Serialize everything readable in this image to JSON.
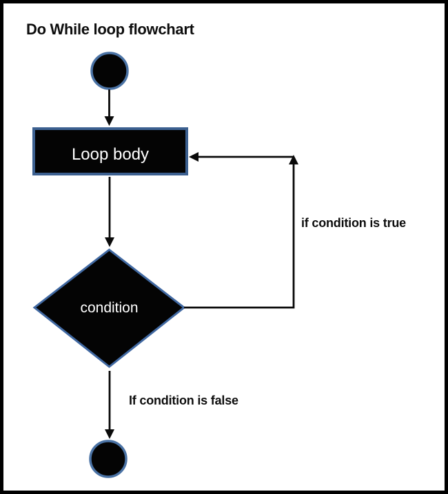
{
  "title": "Do While loop flowchart",
  "colors": {
    "background": "#ffffff",
    "frame": "#000000",
    "node_fill": "#040404",
    "circle_stroke": "#4a72a4",
    "rect_stroke": "#3c6090",
    "diamond_stroke": "#4169a2",
    "node_text": "#ffffff",
    "label_text": "#0d0d0d",
    "arrow": "#0a0a0a"
  },
  "nodes": {
    "start": {
      "name": "start-terminator"
    },
    "loop_body": {
      "label": "Loop body"
    },
    "condition": {
      "label": "condition"
    },
    "end": {
      "name": "end-terminator"
    }
  },
  "edges": {
    "true_branch": {
      "label": "if condition is true"
    },
    "false_branch": {
      "label": "If condition is false"
    }
  }
}
